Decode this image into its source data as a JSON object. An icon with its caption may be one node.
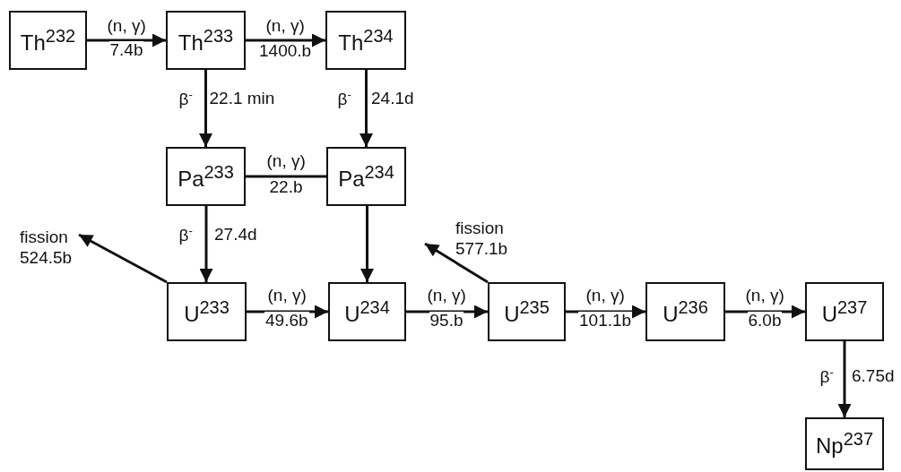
{
  "diagram": {
    "nodes": [
      {
        "text": [
          "Th$^{232}$"
        ]
      },
      {
        "text": [
          "Th$^{233}$"
        ]
      },
      {
        "text": [
          "Th$^{234}$"
        ]
      },
      {
        "text": [
          "Pa$^{233}$"
        ]
      },
      {
        "text": [
          "Pa$^{234}$"
        ]
      },
      {
        "text": [
          "fission 524.5b"
        ]
      },
      {
        "text": [
          "fission 577.1b"
        ]
      },
      {
        "text": [
          "U$^{233}$"
        ]
      },
      {
        "text": [
          "U$^{234}$"
        ]
      },
      {
        "text": [
          "U$^{235}$"
        ]
      },
      {
        "text": [
          "U$^{236}$"
        ]
      },
      {
        "text": [
          "U$^{237}$"
        ]
      },
      {
        "text": [
          "Np$^{237}$"
        ]
      }
    ],
    "edges": [
      {
        "from": 0,
        "to": 1,
        "arrow": "to",
        "label": "(n, γ)"
      },
      {
        "from": 1,
        "to": 2,
        "arrow": "to",
        "label": "(n, γ)"
      },
      {
        "from": 1,
        "to": 3,
        "arrow": "to",
        "label": "β$^{-}$"
      },
      {
        "from": 2,
        "to": 4,
        "arrow": "to",
        "label": "β$^{-}$"
      },
      {
        "from": 3,
        "to": 4,
        "arrow": "none",
        "label": "(n, γ)"
      },
      {
        "from": 3,
        "to": 7,
        "arrow": "to",
        "label": "β$^{-}$"
      },
      {
        "from": 4,
        "to": 8,
        "arrow": "to"
      },
      {
        "from": 7,
        "to": 5,
        "arrow": "to"
      },
      {
        "from": 7,
        "to": 8,
        "arrow": "to",
        "label": "(n, γ)"
      },
      {
        "from": 8,
        "to": 9,
        "arrow": "to",
        "label": "(n, γ)"
      },
      {
        "from": 9,
        "to": 6,
        "arrow": "to"
      },
      {
        "from": 9,
        "to": 10,
        "arrow": "to",
        "label": "(n, γ)"
      },
      {
        "from": 10,
        "to": 11,
        "arrow": "to",
        "label": "(n, γ)"
      },
      {
        "from": 11,
        "to": 12,
        "arrow": "to",
        "label": "β$^{-}$"
      }
    ],
    "labels": [
      "7.4b",
      "1400.b",
      "22.1 min",
      "24.1d",
      "22.b",
      "27.4d",
      "49.6b",
      "95.b",
      "101.1b",
      "6.0b",
      "6.75d"
    ]
  }
}
